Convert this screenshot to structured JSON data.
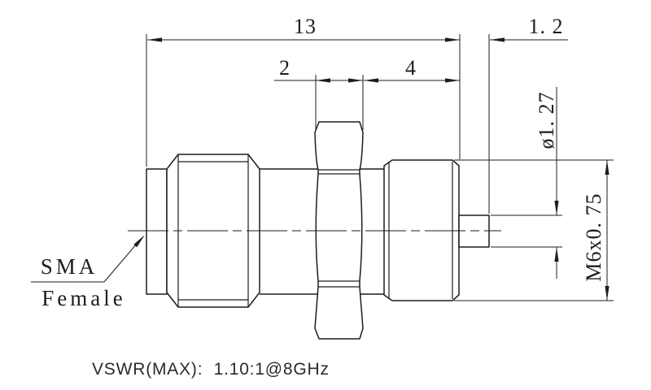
{
  "dims": {
    "overall_length": "13",
    "hex_width": "2",
    "thread_length": "4",
    "pin_length": "1. 2",
    "pin_diameter": "ø1. 27",
    "thread_spec": "M6x0. 75"
  },
  "labels": {
    "connector_line1": "SMA",
    "connector_line2": "Female"
  },
  "note": {
    "vswr": "VSWR(MAX):  1.10:1@8GHz"
  },
  "colors": {
    "line": "#1d1d1d",
    "note_text": "#2b2b2b",
    "background": "#ffffff"
  }
}
